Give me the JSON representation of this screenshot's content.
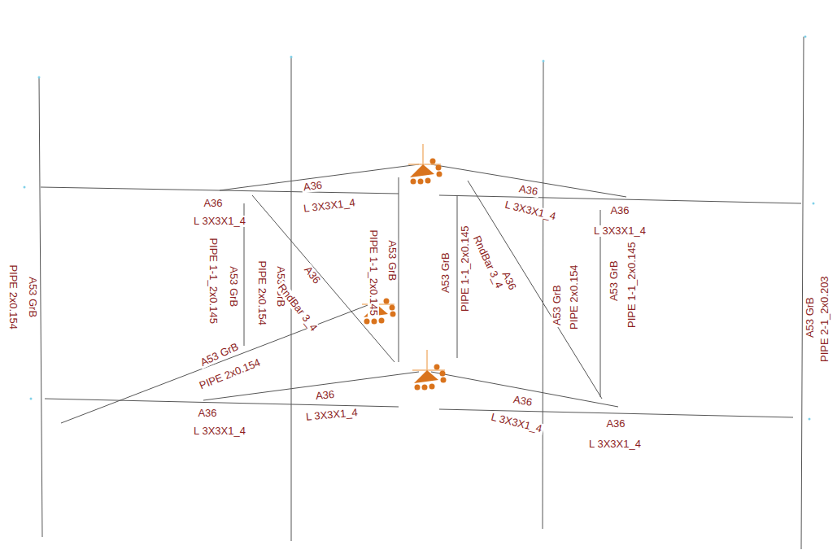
{
  "diagram": {
    "labels": [
      "A53 GrB",
      "PIPE 2x0.154",
      "A36",
      "L 3X3X1_4",
      "A36",
      "L 3X3X1_4",
      "A36",
      "L 3X3X1_4",
      "A36",
      "L 3X3X1_4",
      "PIPE 1-1_2x0.145",
      "A53 GrB",
      "PIPE 2x0.154",
      "A53 GrB",
      "A36",
      "RndBar 3_4",
      "PIPE 1-1_2x0.145",
      "A53 GrB",
      "A53 GrB",
      "PIPE 1-1_2x0.145",
      "RndBar 3_4",
      "A36",
      "A53 GrB",
      "PIPE 2x0.154",
      "A53 GrB",
      "PIPE 1-1_2x0.145",
      "A53 GrB",
      "PIPE 2-1_2x0.203",
      "A53 GrB",
      "PIPE 2x0.154",
      "A36",
      "L 3X3X1_4",
      "A36",
      "L 3X3X1_4",
      "A36",
      "L 3X3X1_4",
      "A36",
      "L 3X3X1_4"
    ]
  }
}
